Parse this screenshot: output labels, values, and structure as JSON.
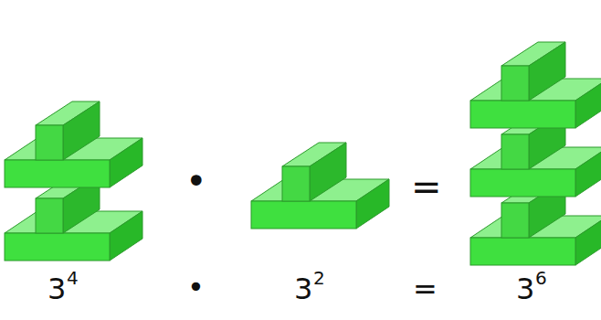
{
  "diagram": {
    "labels": [
      "•",
      "=",
      "3",
      "4",
      "•",
      "3",
      "2",
      "=",
      "3",
      "6"
    ]
  }
}
